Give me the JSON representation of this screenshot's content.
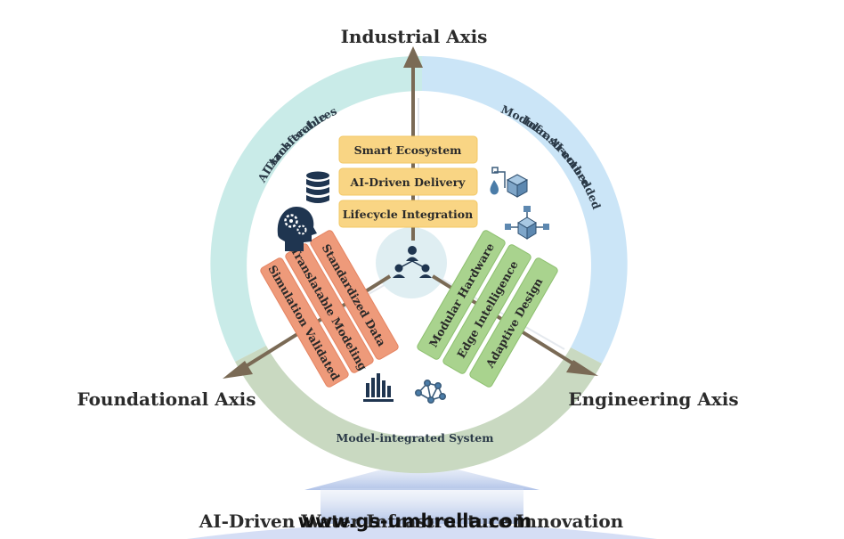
{
  "axes": {
    "industrial": "Industrial Axis",
    "foundational": "Foundational Axis",
    "engineering": "Engineering Axis"
  },
  "ring": {
    "left": {
      "line1": "Transferable",
      "line2": "AI Architectures"
    },
    "right": {
      "line1": "Modular AI-embedded",
      "line2": "Infrastructure"
    },
    "bottom": "Model-integrated System"
  },
  "industrial_boxes": [
    "Smart Ecosystem",
    "AI-Driven Delivery",
    "Lifecycle Integration"
  ],
  "foundational_boxes": [
    "Standardized Data",
    "Translatable Modeling",
    "Simulation Validated"
  ],
  "engineering_boxes": [
    "Modular Hardware",
    "Edge Intelligence",
    "Adaptive Design"
  ],
  "bottom_title": "AI-Driven Water Infrastructure Innovation",
  "watermark": "www.gs-umbrella.com",
  "colors": {
    "left_ring": "#c9ebe8",
    "right_ring": "#cbe5f7",
    "bottom_ring": "#c9d9c1",
    "yellow_box": "#f9d584",
    "orange_box": "#ee9a7a",
    "green_box": "#a9d38e",
    "arrow": "#7a6a55"
  },
  "icons": [
    "database-icon",
    "ai-brain-gear-icon",
    "water-cube-icon",
    "network-cube-icon",
    "team-hub-icon",
    "bar-chart-icon",
    "network-graph-icon"
  ]
}
